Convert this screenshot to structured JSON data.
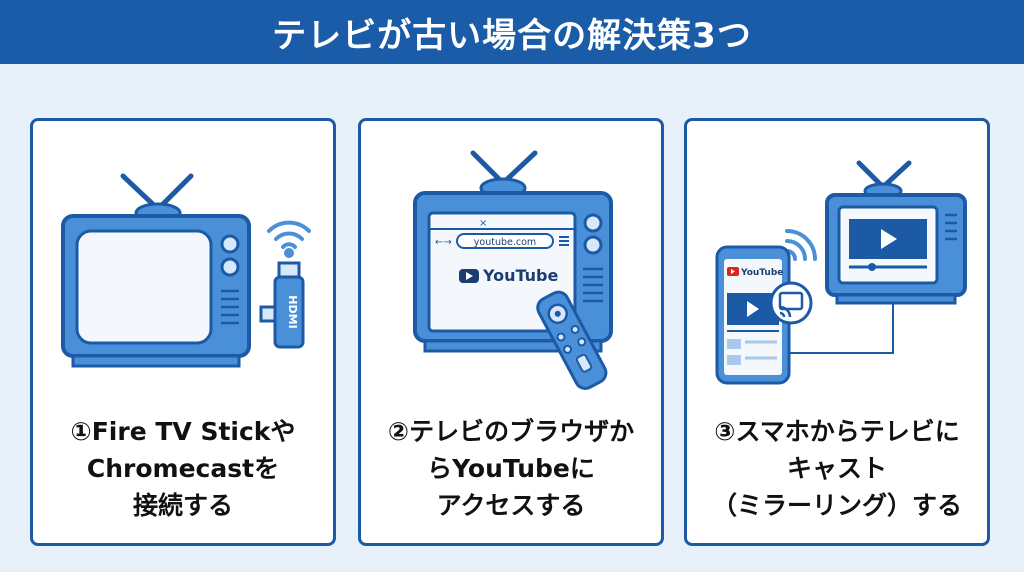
{
  "title": "テレビが古い場合の解決策3つ",
  "colors": {
    "header_bg": "#1a5ca8",
    "page_bg": "#e8f1fa",
    "card_border": "#1c5aa6",
    "illustration_blue": "#4a90d9",
    "illustration_light": "#d6e8fa",
    "youtube_red": "#e0231d"
  },
  "cards": [
    {
      "caption_lines": [
        "①Fire TV Stickや",
        "Chromecastを",
        "接続する"
      ],
      "illustration": {
        "stick_label": "HDMI",
        "icons": [
          "tv-icon",
          "wifi-icon",
          "hdmi-stick-icon"
        ]
      }
    },
    {
      "caption_lines": [
        "②テレビのブラウザか",
        "らYouTubeに",
        "アクセスする"
      ],
      "illustration": {
        "url": "youtube.com",
        "brand": "YouTube",
        "icons": [
          "tv-icon",
          "browser-icon",
          "remote-control-icon"
        ]
      }
    },
    {
      "caption_lines": [
        "③スマホからテレビに",
        "キャスト",
        "（ミラーリング）する"
      ],
      "illustration": {
        "brand": "YouTube",
        "icons": [
          "smartphone-icon",
          "cast-icon",
          "tv-icon",
          "wifi-icon"
        ]
      }
    }
  ]
}
